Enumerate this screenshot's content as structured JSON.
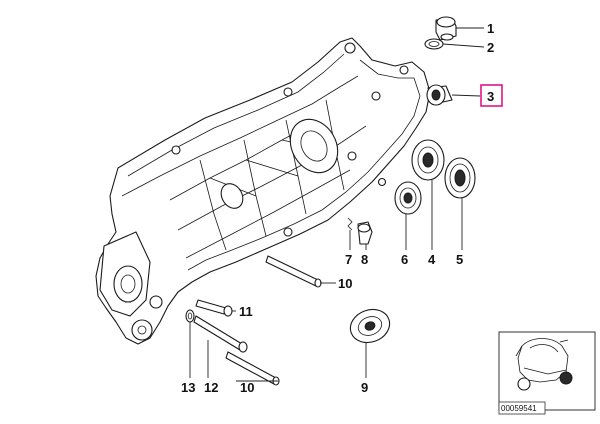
{
  "colors": {
    "highlight": "#e0148c",
    "ink": "#1a1a1a",
    "background": "#ffffff"
  },
  "callouts": [
    {
      "id": "1",
      "label": "1",
      "highlighted": false
    },
    {
      "id": "2",
      "label": "2",
      "highlighted": false
    },
    {
      "id": "3",
      "label": "3",
      "highlighted": true
    },
    {
      "id": "4",
      "label": "4",
      "highlighted": false
    },
    {
      "id": "5",
      "label": "5",
      "highlighted": false
    },
    {
      "id": "6",
      "label": "6",
      "highlighted": false
    },
    {
      "id": "7",
      "label": "7",
      "highlighted": false
    },
    {
      "id": "8",
      "label": "8",
      "highlighted": false
    },
    {
      "id": "9",
      "label": "9",
      "highlighted": false
    },
    {
      "id": "10a",
      "label": "10",
      "highlighted": false
    },
    {
      "id": "10b",
      "label": "10",
      "highlighted": false
    },
    {
      "id": "11",
      "label": "11",
      "highlighted": false
    },
    {
      "id": "12",
      "label": "12",
      "highlighted": false
    },
    {
      "id": "13",
      "label": "13",
      "highlighted": false
    }
  ],
  "inset": {
    "diagram_number": "00059541",
    "icon": "scooter-icon"
  },
  "icons": [
    "housing-icon",
    "plug-icon",
    "washer-icon",
    "bushing-icon",
    "bearing-icon",
    "seal-icon",
    "bolt-icon",
    "spring-icon",
    "scooter-icon"
  ]
}
